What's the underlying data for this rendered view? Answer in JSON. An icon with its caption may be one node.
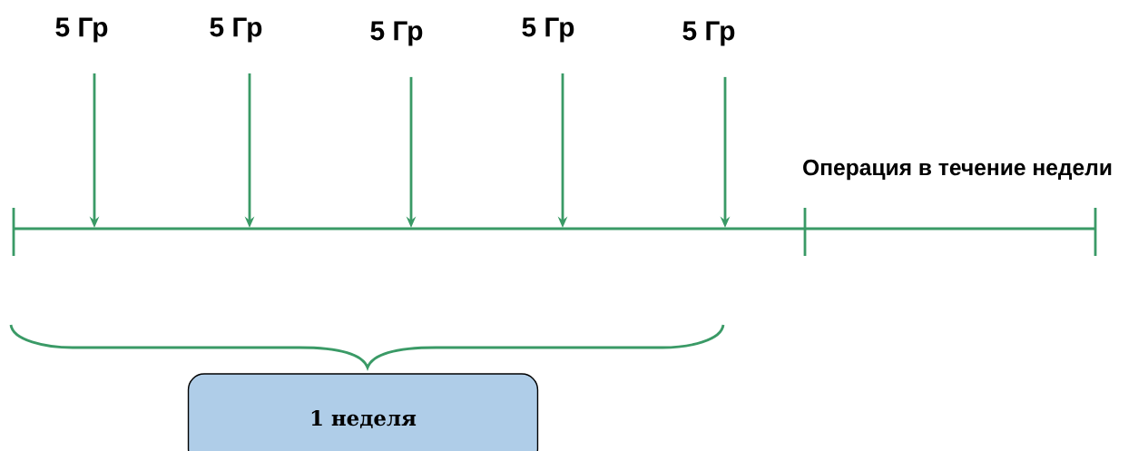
{
  "diagram": {
    "nodes": [
      {
        "text": [
          "5 Гр"
        ]
      },
      {
        "text": [
          "5 Гр"
        ]
      },
      {
        "text": [
          "5 Гр"
        ]
      },
      {
        "text": [
          "5 Гр"
        ]
      },
      {
        "text": [
          "5 Гр"
        ]
      },
      {
        "text": [
          "1 неделя"
        ]
      }
    ],
    "edges": [
      {
        "from": 0,
        "to": null,
        "arrow": "to"
      },
      {
        "from": 1,
        "to": null,
        "arrow": "to"
      },
      {
        "from": 2,
        "to": null,
        "arrow": "to"
      },
      {
        "from": 3,
        "to": null,
        "arrow": "to"
      },
      {
        "from": 4,
        "to": null,
        "arrow": "to"
      }
    ],
    "labels": [
      "Операция в течение недели"
    ]
  }
}
